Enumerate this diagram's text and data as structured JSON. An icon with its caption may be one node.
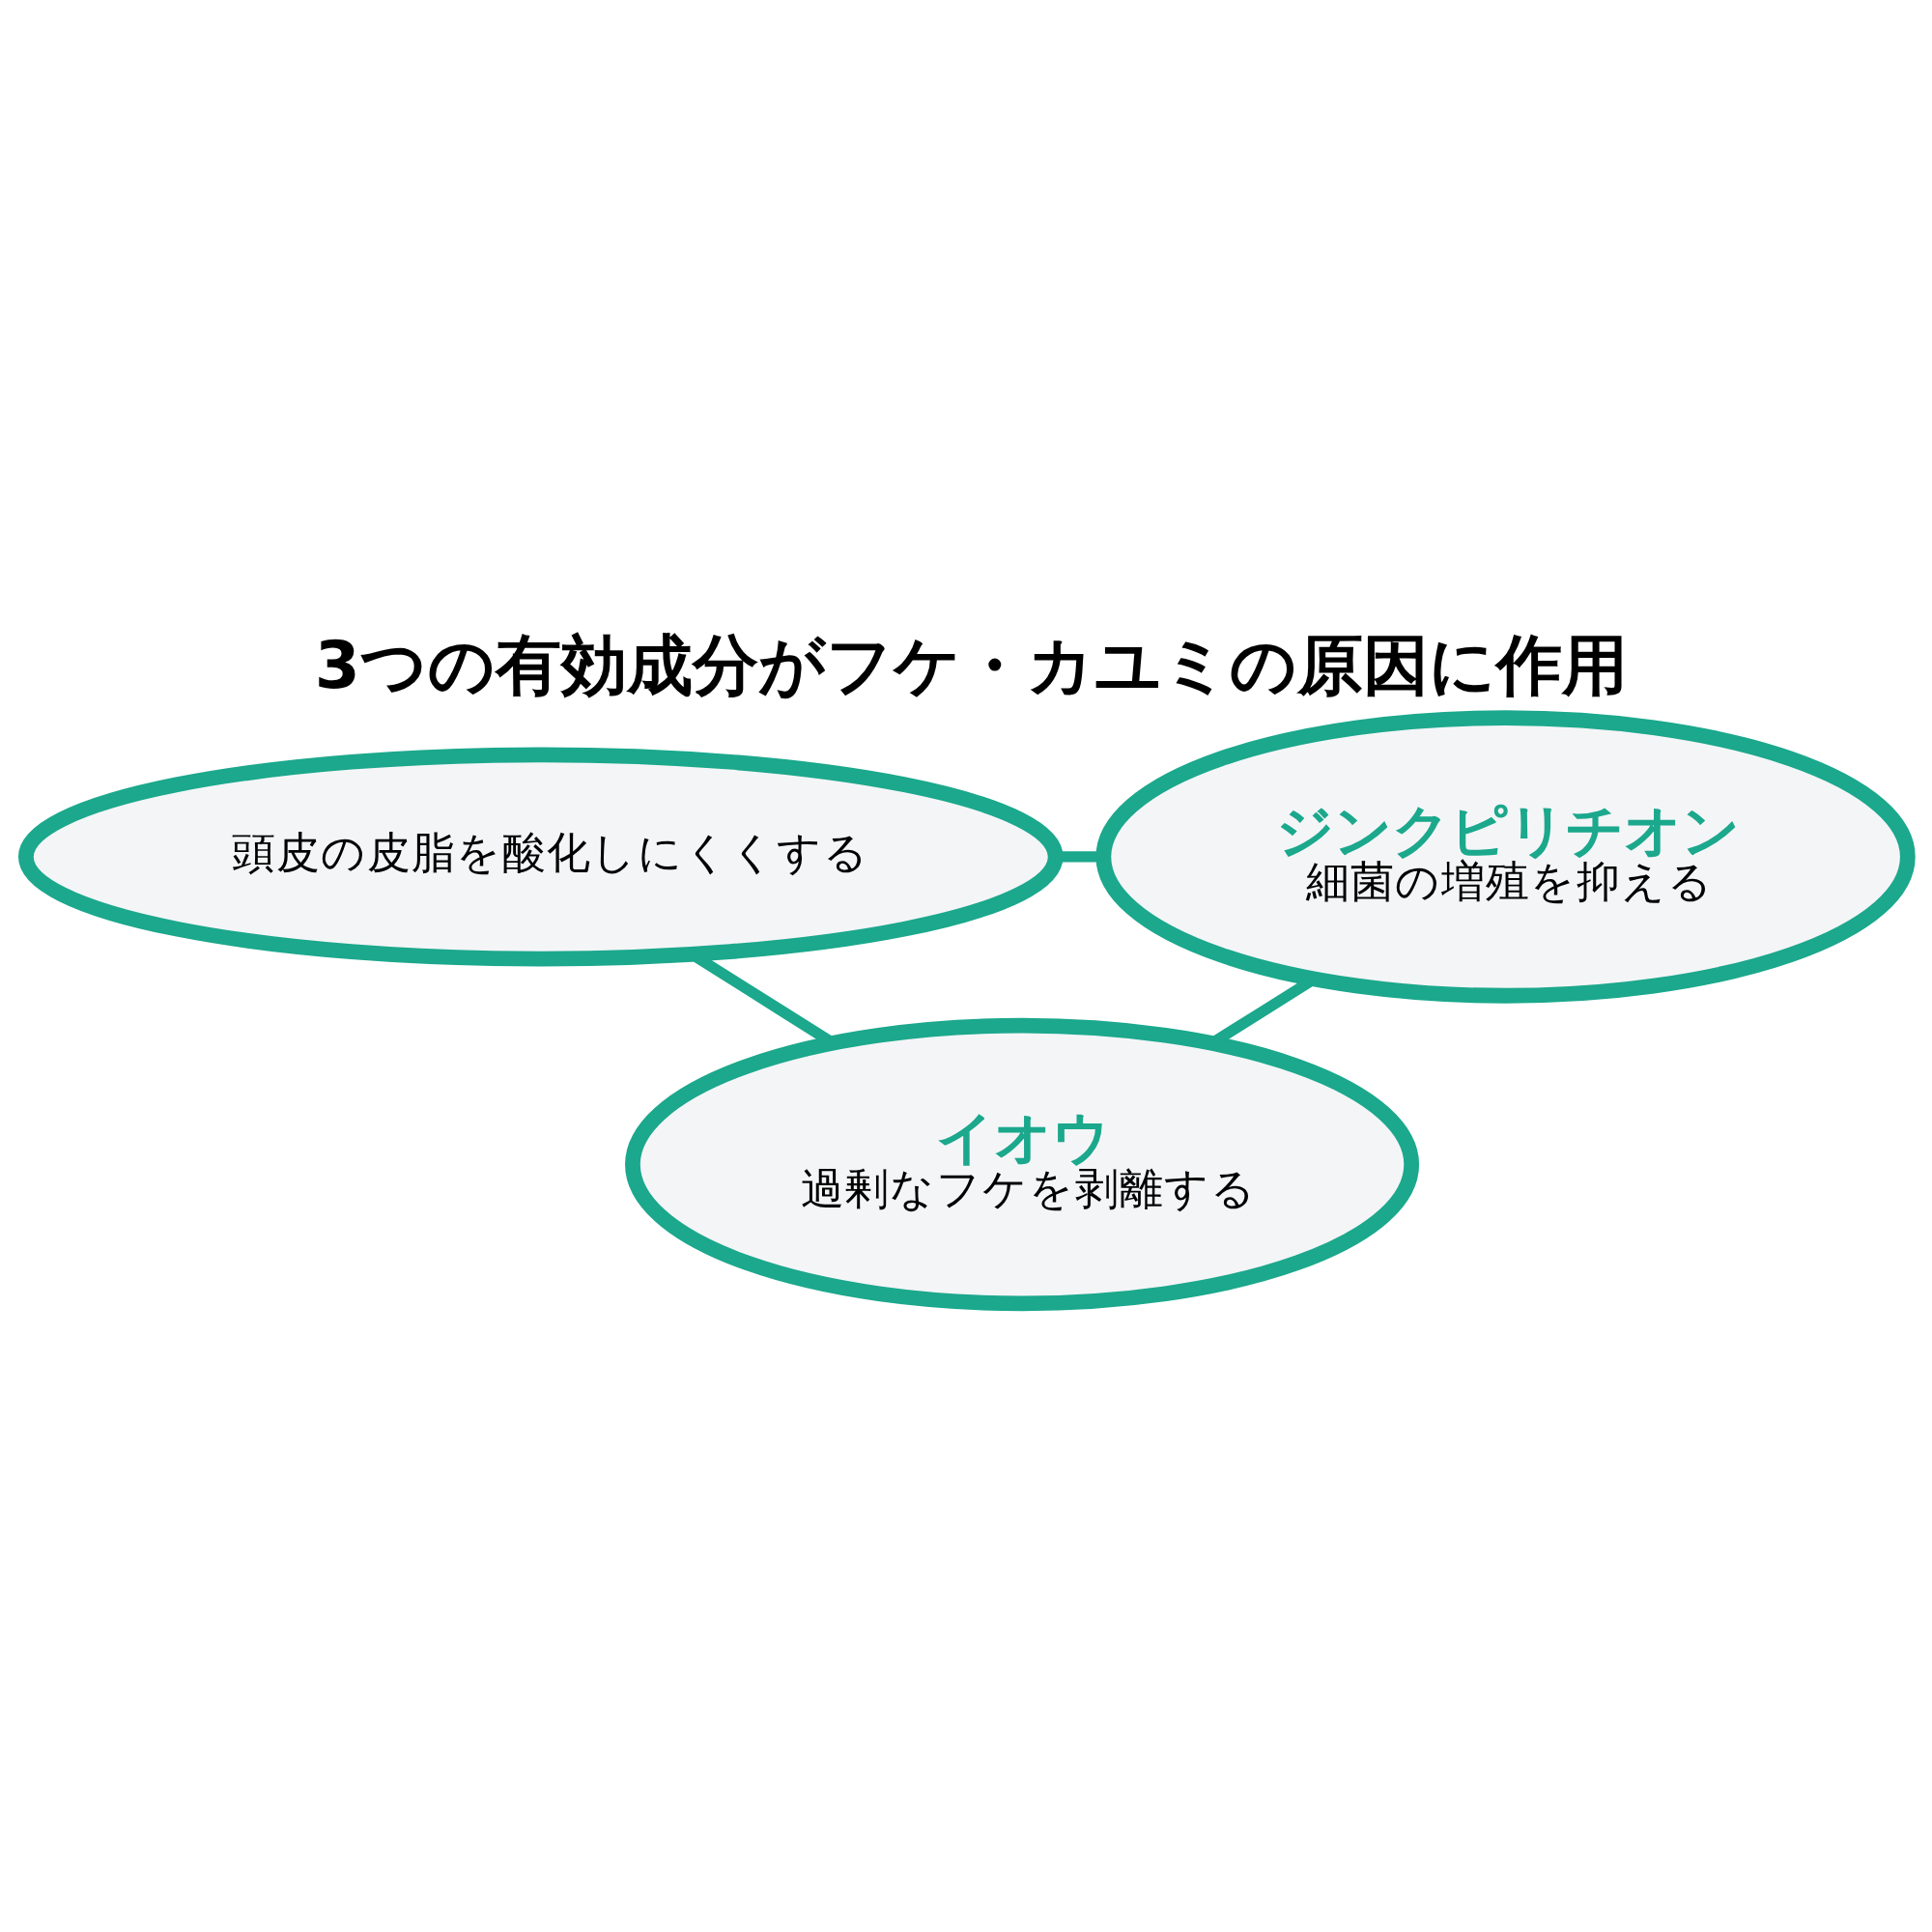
{
  "diagram": {
    "title": "3つの有効成分がフケ・カユミの原因に作用",
    "nodes": [
      {
        "text": [
          "頭皮の皮脂を酸化しにくくする"
        ]
      },
      {
        "text": [
          "ジンクピリチオン",
          "細菌の増殖を抑える"
        ]
      },
      {
        "text": [
          "イオウ",
          "過剰なフケを剥離する"
        ]
      }
    ],
    "edges": [
      {
        "from": 0,
        "to": 1,
        "arrow": "none"
      },
      {
        "from": 0,
        "to": 2,
        "arrow": "none"
      },
      {
        "from": 1,
        "to": 2,
        "arrow": "none"
      }
    ]
  }
}
